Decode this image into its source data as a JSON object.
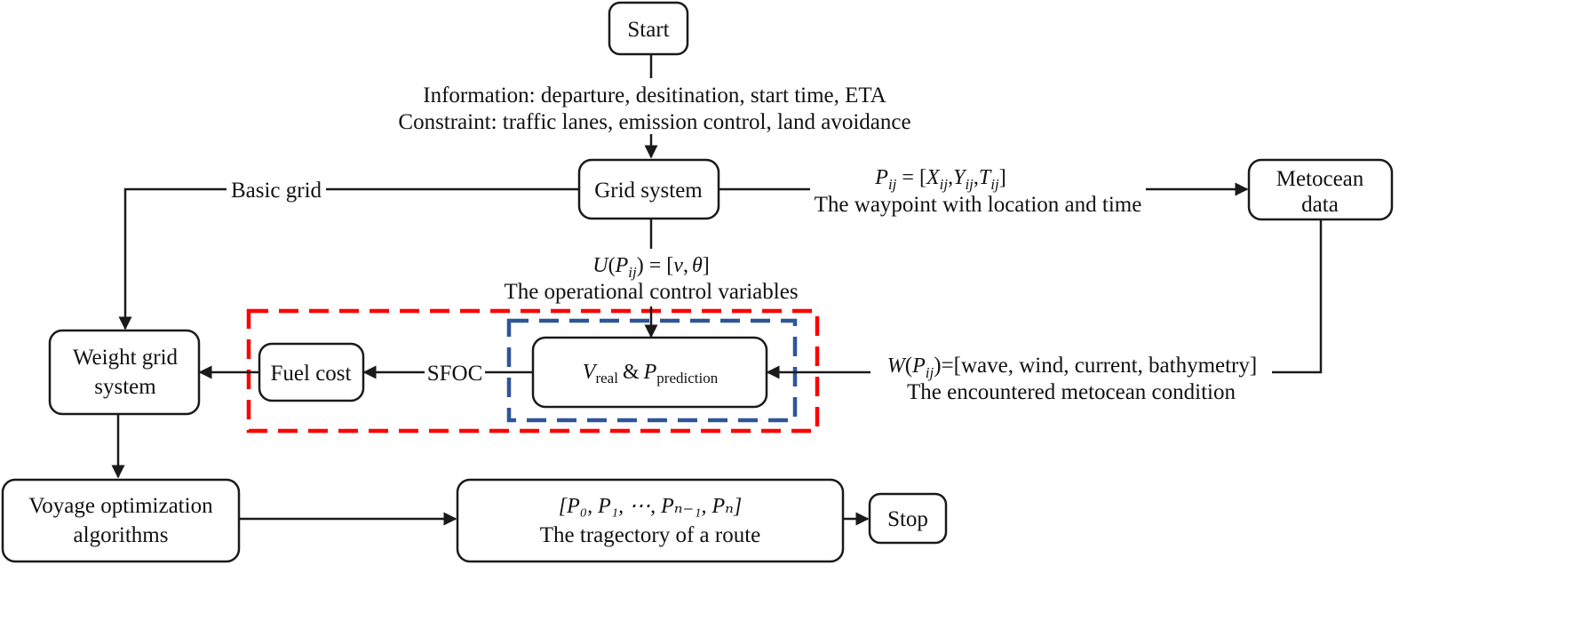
{
  "nodes": {
    "start": "Start",
    "grid_system": "Grid system",
    "metocean_line1": "Metocean",
    "metocean_line2": "data",
    "weight_grid_line1": "Weight grid",
    "weight_grid_line2": "system",
    "fuel_cost": "Fuel cost",
    "prediction_v": "V",
    "prediction_v_sub": "real",
    "prediction_amp": "&",
    "prediction_p": "P",
    "prediction_p_sub": "prediction",
    "voyage_line1": "Voyage optimization",
    "voyage_line2": "algorithms",
    "trajectory_math": "[P₀, P₁, ⋯, Pₙ₋₁, Pₙ]",
    "trajectory_label": "The tragectory of a route",
    "stop": "Stop"
  },
  "edges": {
    "info_line": "Information: departure, desitination, start time, ETA",
    "constraint_line": "Constraint: traffic lanes, emission control, land avoidance",
    "basic_grid": "Basic grid",
    "waypoint_math": "P_ij = [X_ij, Y_ij, T_ij]",
    "waypoint_label": "The waypoint with location and time",
    "control_math": "U(P_ij) = [v, θ]",
    "control_label": "The operational control variables",
    "sfoc": "SFOC",
    "metocean_math": "W(P_ij) =[wave, wind, current, bathymetry]",
    "metocean_label": "The encountered metocean condition"
  },
  "math_parts": {
    "P": "P",
    "ij": "ij",
    "eq": "=",
    "X": "X",
    "Y": "Y",
    "T": "T",
    "U": "U",
    "W": "W",
    "v": "v",
    "theta": "θ",
    "open": "[",
    "close": "]",
    "lpar": "(",
    "rpar": ")",
    "comma": ",",
    "metocean_rest": "=[wave, wind, current, bathymetry]"
  },
  "colors": {
    "outer_dashed_region": "#ff0000",
    "inner_dashed_region": "#2e5597",
    "stroke": "#1a1a1a"
  }
}
